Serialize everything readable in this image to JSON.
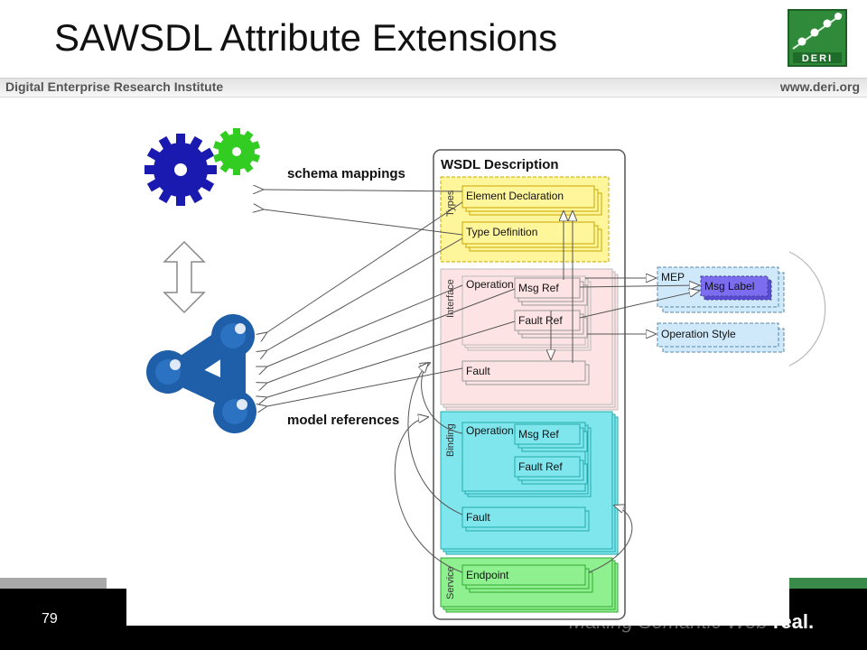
{
  "slide": {
    "title": "SAWSDL Attribute Extensions",
    "institute": "Digital Enterprise Research Institute",
    "website": "www.deri.org",
    "page_number": "79",
    "tagline_light": "Making Semantic Web ",
    "tagline_bold": "real.",
    "logo_text": "DERI"
  },
  "colors": {
    "types_fill": "#fff59a",
    "interface_fill": "#fde3e3",
    "binding_fill": "#7fe6ee",
    "service_fill": "#8ff08f",
    "mep_fill": "#cfe9fb",
    "msg_label_fill": "#7b6cf0",
    "gear_blue": "#1a1ab0",
    "gear_green": "#33cc22",
    "ontology_blue": "#1f5ea8"
  },
  "diagram": {
    "labels": {
      "schema_mappings": "schema mappings",
      "model_references": "model references",
      "wsdl_description": "WSDL Description"
    },
    "sections": {
      "types": "Types",
      "interface": "Interface",
      "binding": "Binding",
      "service": "Service"
    },
    "boxes": {
      "element_declaration": "Element Declaration",
      "type_definition": "Type Definition",
      "interface_operation": "Operation",
      "interface_msg_ref": "Msg Ref",
      "interface_fault_ref": "Fault Ref",
      "interface_fault": "Fault",
      "binding_operation": "Operation",
      "binding_msg_ref": "Msg Ref",
      "binding_fault_ref": "Fault Ref",
      "binding_fault": "Fault",
      "endpoint": "Endpoint",
      "mep": "MEP",
      "msg_label": "Msg Label",
      "operation_style": "Operation Style"
    }
  }
}
